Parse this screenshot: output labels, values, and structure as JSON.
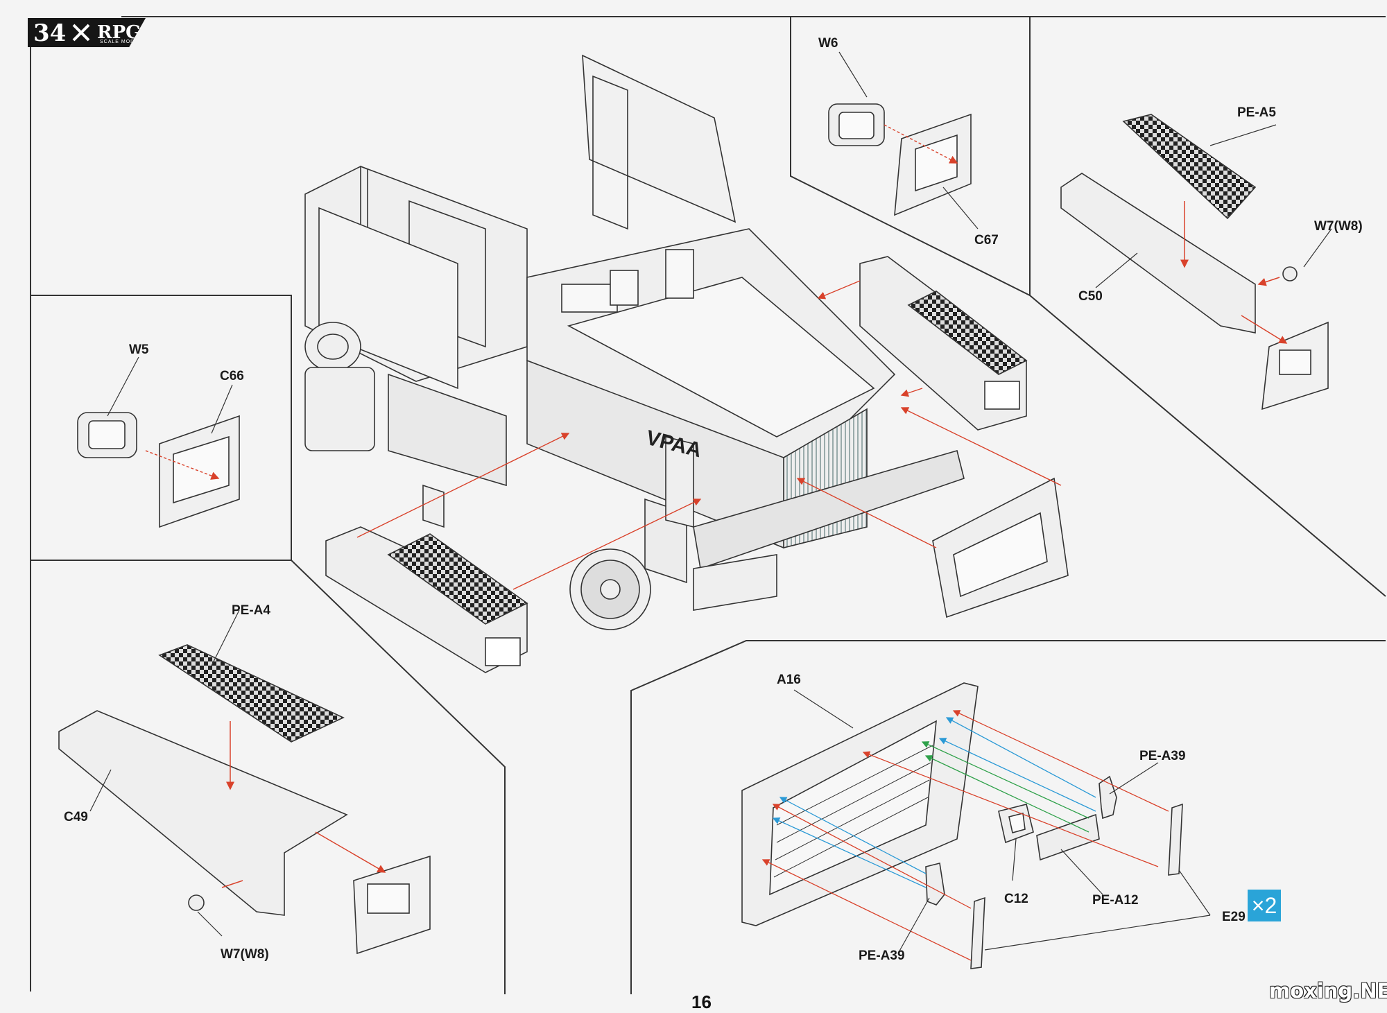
{
  "header": {
    "step_number": "34",
    "brand_name": "RPG",
    "brand_sub": "SCALE MODEL"
  },
  "labels": {
    "w6": "W6",
    "c67": "C67",
    "pe_a5": "PE-A5",
    "w7_w8_right": "W7(W8)",
    "c50": "C50",
    "w5": "W5",
    "c66": "C66",
    "pe_a4": "PE-A4",
    "c49": "C49",
    "w7_w8_left": "W7(W8)",
    "a16": "A16",
    "pe_a39_top": "PE-A39",
    "pe_a39_bottom": "PE-A39",
    "c12": "C12",
    "pe_a12": "PE-A12",
    "e29": "E29",
    "multiplier": "×2"
  },
  "vehicle_lettering": "VPAA",
  "page_number": "16",
  "watermark": "moxing.NET",
  "colors": {
    "outline": "#333333",
    "arrow_red": "#d9422b",
    "arrow_blue": "#2b9ad6",
    "arrow_green": "#2fa14a",
    "badge_blue": "#2aa4d8"
  }
}
